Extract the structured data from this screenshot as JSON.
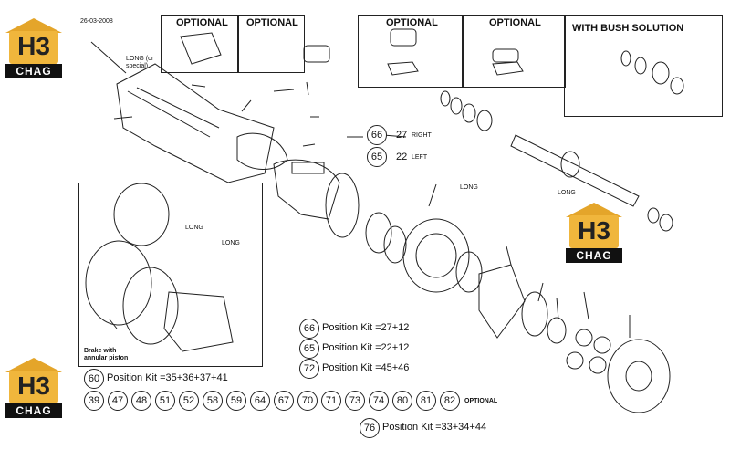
{
  "date": "26-03-2008",
  "brand": {
    "mark": "H3",
    "name": "CHAG",
    "colors": {
      "accent": "#f0b63c",
      "band": "#111111"
    }
  },
  "optional_label": "OPTIONAL",
  "with_bush_label": "WITH BUSH SOLUTION",
  "long_label": "LONG",
  "long_special_label": "LONG (or special)",
  "right_label": "RIGHT",
  "left_label": "LEFT",
  "brake_label": "Brake with annular piston",
  "kits": {
    "k66": {
      "num": "66",
      "text": "Position Kit =27+12"
    },
    "k65": {
      "num": "65",
      "text": "Position Kit =22+12"
    },
    "k72": {
      "num": "72",
      "text": "Position Kit =45+46"
    },
    "k60": {
      "num": "60",
      "text": "Position Kit =35+36+37+41"
    },
    "k76": {
      "num": "76",
      "text": "Position Kit =33+34+44"
    }
  },
  "optional_row": [
    "39",
    "47",
    "48",
    "51",
    "52",
    "58",
    "59",
    "64",
    "67",
    "70",
    "71",
    "73",
    "74",
    "80",
    "81",
    "82"
  ],
  "eq_66": "66",
  "eq_27": "27",
  "eq_65": "65",
  "eq_22": "22"
}
